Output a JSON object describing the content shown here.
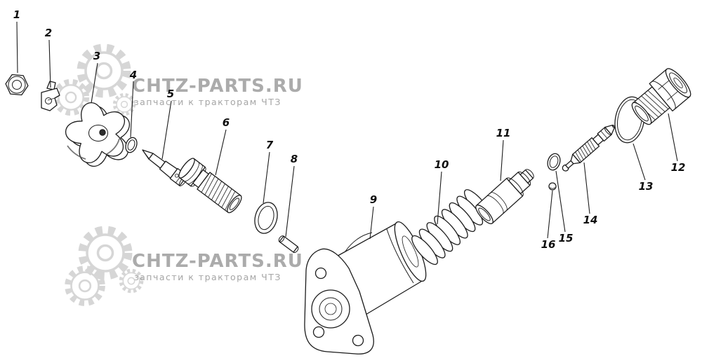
{
  "watermark": {
    "title": "CHTZ-PARTS.RU",
    "subtitle": "запчасти к тракторам ЧТЗ"
  },
  "part_labels": [
    "1",
    "2",
    "3",
    "4",
    "5",
    "6",
    "7",
    "8",
    "9",
    "10",
    "11",
    "12",
    "13",
    "14",
    "15",
    "16"
  ],
  "colors": {
    "line": "#1c1c1c",
    "watermark_text": "#a3a3a3",
    "watermark_gear": "#d6d6d6",
    "background": "#ffffff"
  }
}
